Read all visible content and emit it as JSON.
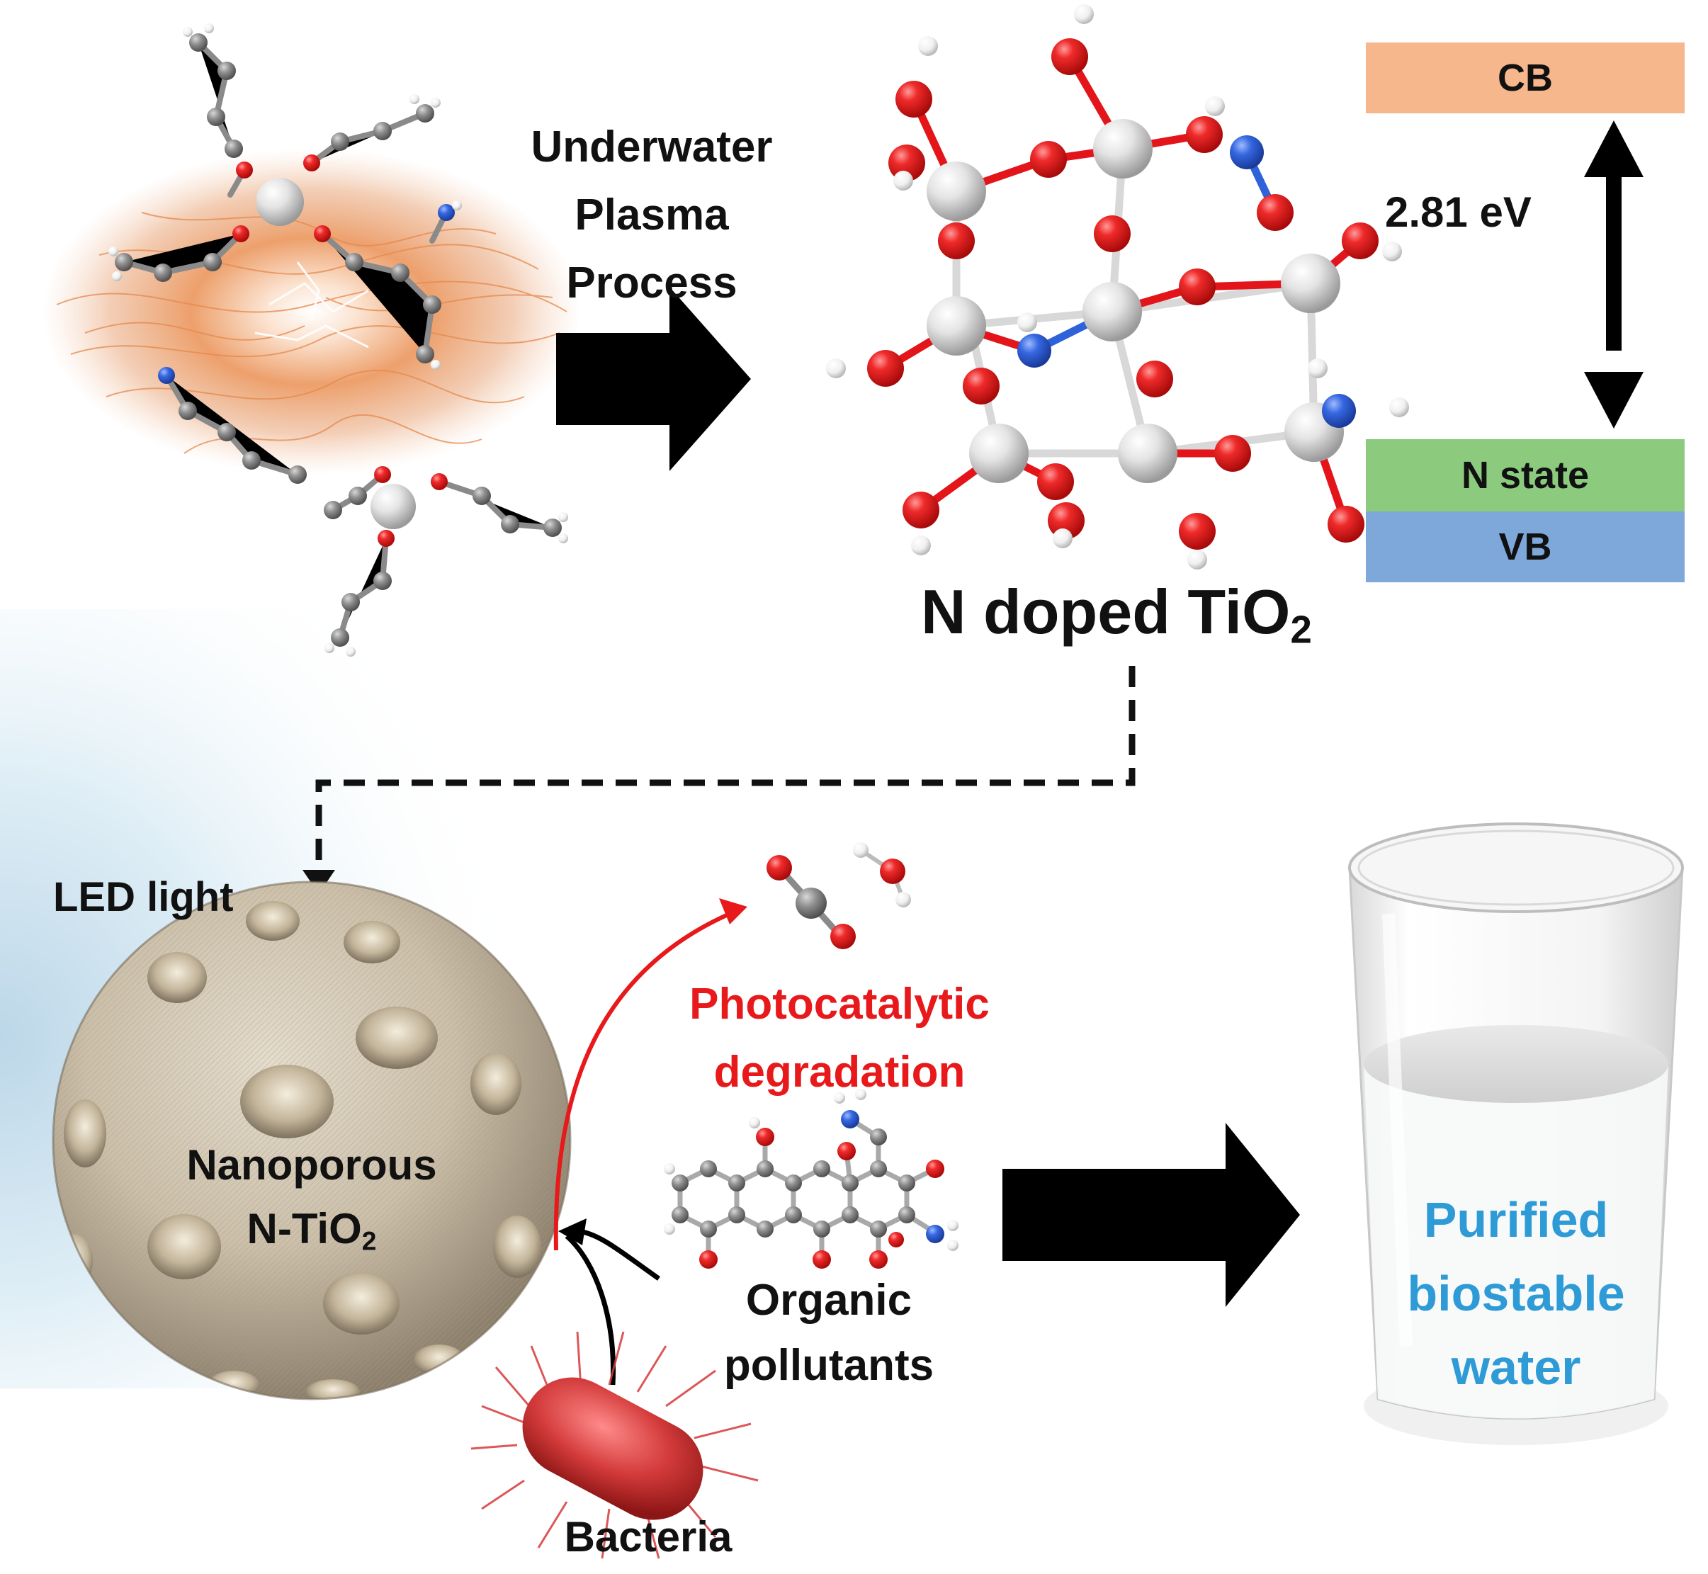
{
  "labels": {
    "process_line1": "Underwater",
    "process_line2": "Plasma",
    "process_line3": "Process",
    "gap_energy": "2.81 eV",
    "product": "N doped TiO",
    "product_sub": "2",
    "led": "LED light",
    "particle_line1": "Nanoporous",
    "particle_line2": "N-TiO",
    "particle_sub": "2",
    "photo_line1": "Photocatalytic",
    "photo_line2": "degradation",
    "organic_line1": "Organic",
    "organic_line2": "pollutants",
    "bacteria": "Bacteria",
    "water_line1": "Purified",
    "water_line2": "biostable",
    "water_line3": "water"
  },
  "bands": {
    "cb": "CB",
    "n_state": "N state",
    "vb": "VB"
  },
  "colors": {
    "cb_band": "#F5B78B",
    "n_state_band": "#8CCB7E",
    "vb_band": "#7FA8DA",
    "photocatalytic_text": "#E8191B",
    "water_text": "#2E9BD6",
    "oxygen_atom": "#E3141A",
    "titanium_atom": "#D9D9D9",
    "nitrogen_atom": "#2E62D9",
    "carbon_atom": "#8A8A8A",
    "plasma_glow": "#E5894D",
    "particle": "#C9BCA6"
  }
}
